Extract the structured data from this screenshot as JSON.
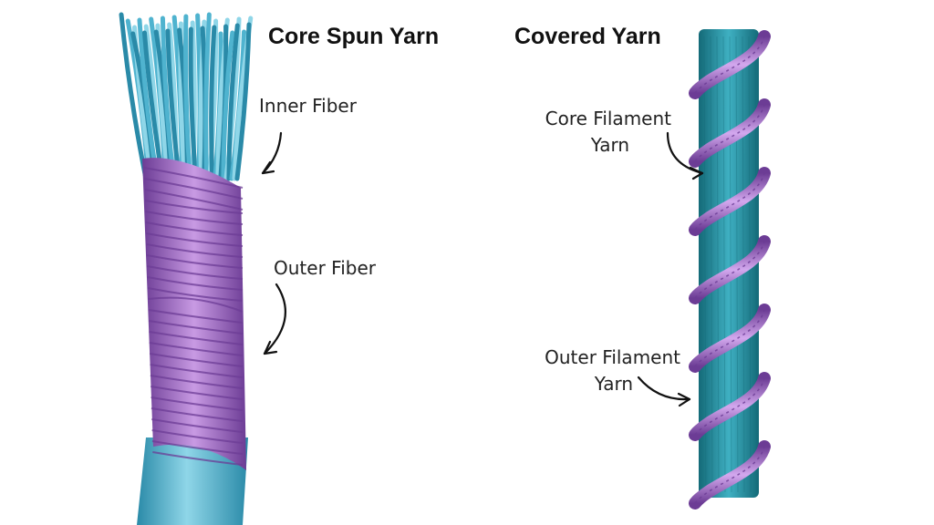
{
  "panels": [
    {
      "title": "Core Spun Yarn",
      "labels": {
        "inner": "Inner Fiber",
        "outer": "Outer Fiber"
      }
    },
    {
      "title": "Covered Yarn",
      "labels": {
        "core": [
          "Core Filament",
          "Yarn"
        ],
        "outer": [
          "Outer Filament",
          "Yarn"
        ]
      }
    }
  ],
  "colors": {
    "core_blue": "#4fb3cf",
    "core_blue_dark": "#2a8aa8",
    "core_blue_light": "#8fd6e8",
    "filament_teal": "#1f8ea0",
    "filament_teal_dark": "#146a78",
    "wrap_purple": "#9b63c6",
    "wrap_purple_dark": "#6c3c95",
    "wrap_purple_light": "#c89ae3",
    "arrow": "#111111"
  },
  "icons": [
    "curved-arrow-icon"
  ]
}
